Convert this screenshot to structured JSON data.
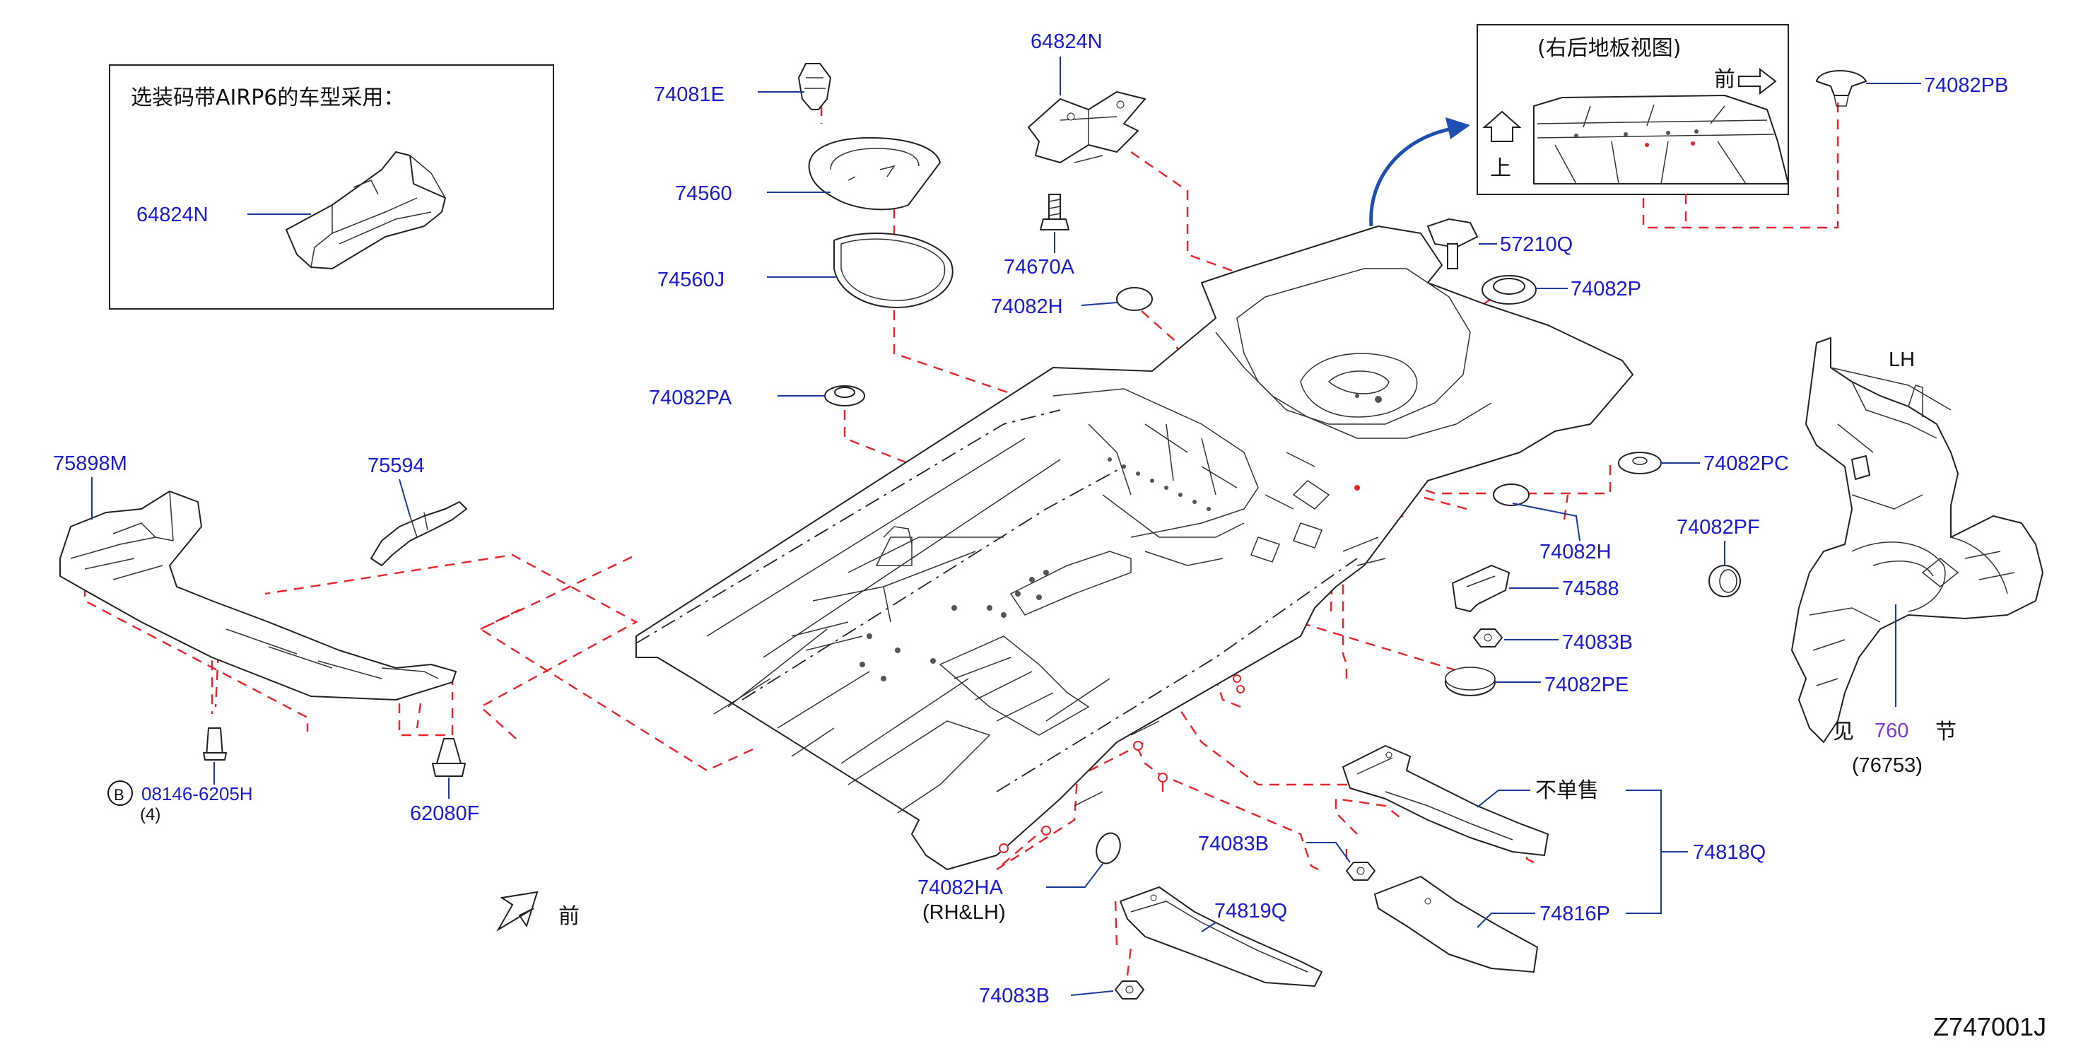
{
  "diagram_code": "Z747001J",
  "inset_airp6": {
    "note": "选装码带AIRP6的车型采用：",
    "part": "64824N"
  },
  "inset_rear_view": {
    "title": "(右后地板视图)",
    "front_label": "前",
    "up_label": "上"
  },
  "front_indicator": "前",
  "part_labels": {
    "p74081E": "74081E",
    "p74560": "74560",
    "p74560J": "74560J",
    "p64824N_top": "64824N",
    "p74670A": "74670A",
    "p74082H_top": "74082H",
    "p74082PA": "74082PA",
    "p57210Q": "57210Q",
    "p74082P": "74082P",
    "p74082PB": "74082PB",
    "p74082PC": "74082PC",
    "p74082H_mid": "74082H",
    "p74082PF": "74082PF",
    "p74588": "74588",
    "p74083B_mid": "74083B",
    "p74082PE": "74082PE",
    "p75898M": "75898M",
    "p75594": "75594",
    "p08146": "08146-6205H",
    "p08146_qty": "(4)",
    "p08146_prefix": "B",
    "p62080F": "62080F",
    "p74082HA": "74082HA",
    "p74082HA_note": "(RH&LH)",
    "p74083B_low": "74083B",
    "p74819Q": "74819Q",
    "p74083B_bottom": "74083B",
    "p74816P": "74816P",
    "p74818Q": "74818Q",
    "not_sold_separately": "不单售"
  },
  "lh_panel": {
    "side": "LH",
    "see": "见",
    "section": "760",
    "section_suffix": "节",
    "ref": "(76753)"
  },
  "colors": {
    "part_number": "#1a1ad0",
    "guide_dash": "#e8232a",
    "leader": "#1a3a9a",
    "section_ref": "#7a3cd0",
    "arrow": "#1f4fb0"
  },
  "icons": [
    "arrow-right-icon",
    "arrow-up-icon",
    "curved-arrow-icon",
    "front-arrow-icon"
  ]
}
